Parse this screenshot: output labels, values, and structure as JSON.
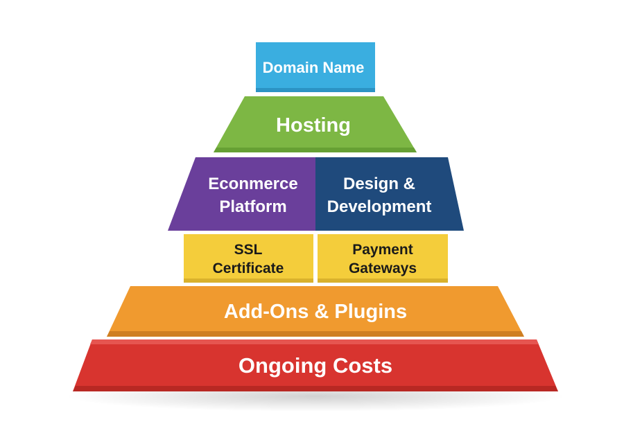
{
  "pyramid": {
    "domain": {
      "label": "Domain Name",
      "color": "#3aaee0"
    },
    "hosting": {
      "label": "Hosting",
      "color": "#7db744"
    },
    "ecommerce": {
      "line1": "Econmerce",
      "line2": "Platform",
      "color": "#6a3f9b"
    },
    "design": {
      "line1": "Design &",
      "line2": "Development",
      "color": "#1f4a7c"
    },
    "ssl": {
      "line1": "SSL",
      "line2": "Certificate",
      "color": "#f4cd3b"
    },
    "payment": {
      "line1": "Payment",
      "line2": "Gateways",
      "color": "#f4cd3b"
    },
    "addons": {
      "label": "Add-Ons & Plugins",
      "color": "#f09a2f"
    },
    "ongoing": {
      "label": "Ongoing Costs",
      "color": "#d8342f"
    }
  }
}
